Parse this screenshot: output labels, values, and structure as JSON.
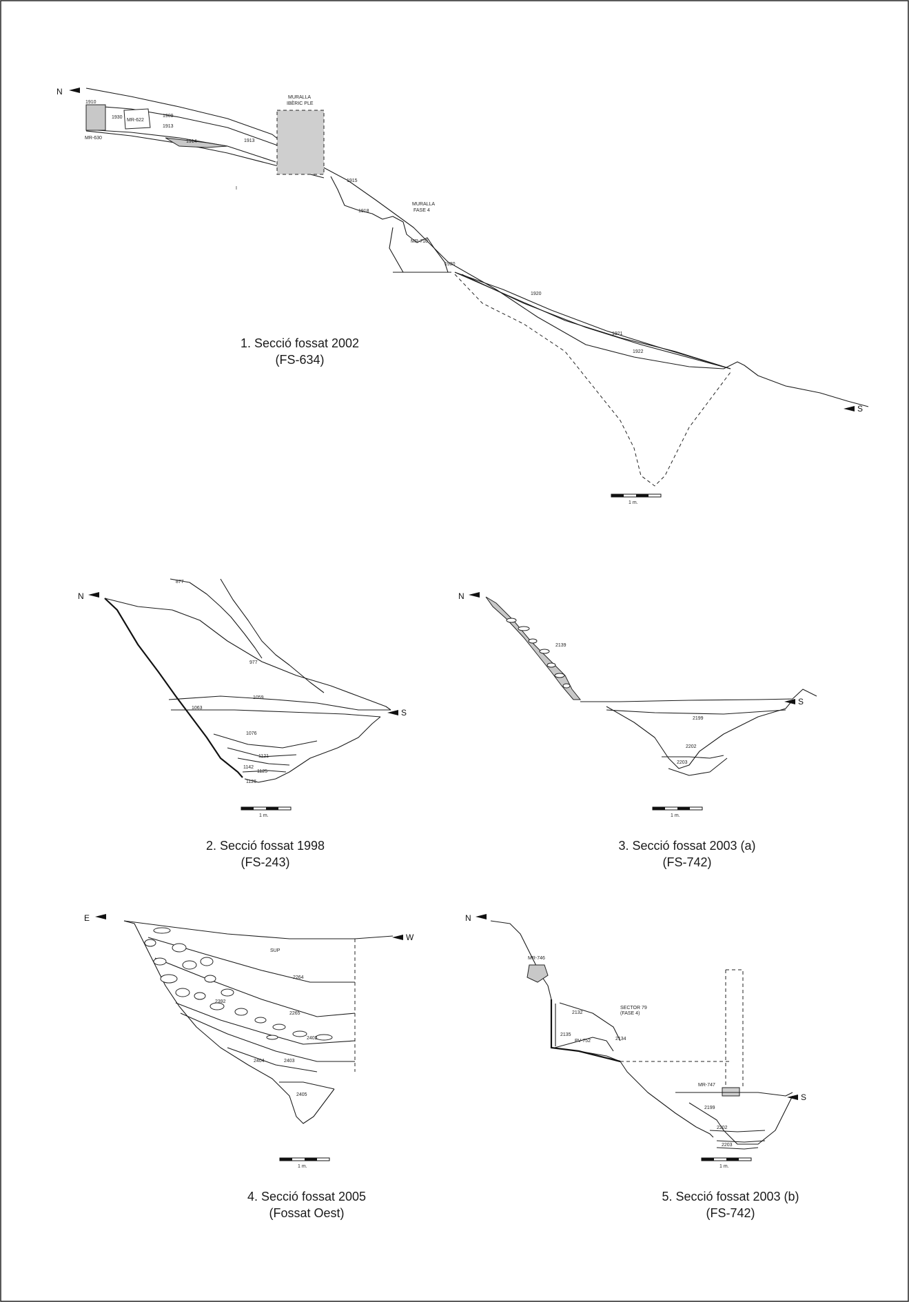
{
  "sections": [
    {
      "caption": "1. Secció fossat 2002",
      "subcaption": "(FS-634)",
      "orientation": {
        "start": "N",
        "end": "S"
      },
      "labels": [
        "1910",
        "1930",
        "MR-622",
        "1909",
        "1913",
        "MR-630",
        "1914",
        "1913",
        "MURALLA",
        "IBÈRIC PLE",
        "1915",
        "1918",
        "MURALLA",
        "FASE 4",
        "MR-710",
        "1920",
        "1920",
        "1921",
        "1922",
        "I"
      ],
      "scale": "1 m."
    },
    {
      "caption": "2. Secció fossat 1998",
      "subcaption": "(FS-243)",
      "orientation": {
        "start": "N",
        "end": "S"
      },
      "labels": [
        "877",
        "977",
        "1059",
        "1063",
        "1076",
        "1121",
        "1142",
        "1125",
        "1126"
      ],
      "scale": "1 m."
    },
    {
      "caption": "3. Secció fossat 2003 (a)",
      "subcaption": "(FS-742)",
      "orientation": {
        "start": "N",
        "end": "S"
      },
      "labels": [
        "2139",
        "2199",
        "2202",
        "2203"
      ],
      "scale": "1 m."
    },
    {
      "caption": "4. Secció fossat 2005",
      "subcaption": "(Fossat Oest)",
      "orientation": {
        "start": "E",
        "end": "W"
      },
      "labels": [
        "SUP",
        "2264",
        "2392",
        "2265",
        "2402",
        "2404",
        "2403",
        "2405"
      ],
      "scale": "1 m."
    },
    {
      "caption": "5. Secció fossat 2003 (b)",
      "subcaption": "(FS-742)",
      "orientation": {
        "start": "N",
        "end": "S"
      },
      "labels": [
        "MR-746",
        "2132",
        "SECTOR 79",
        "(FASE 4)",
        "2135",
        "PV-752",
        "2134",
        "MR-747",
        "2199",
        "2202",
        "2203"
      ],
      "scale": "1 m."
    }
  ]
}
